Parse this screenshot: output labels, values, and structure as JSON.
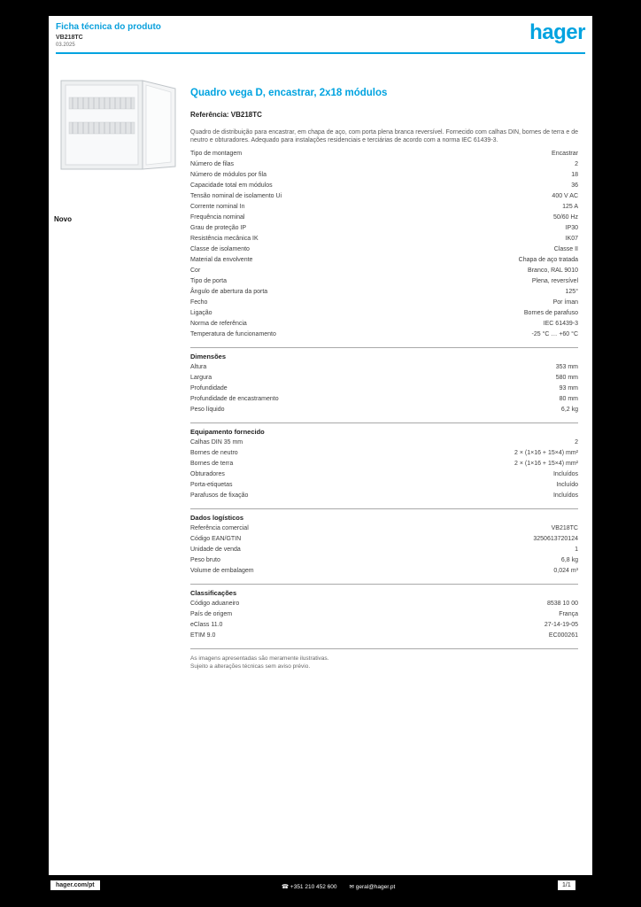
{
  "header": {
    "doc_title": "Ficha técnica do produto",
    "doc_ref": "VB218TC",
    "doc_date": "03.2025",
    "logo_text": "hager"
  },
  "brand": {
    "accent_color": "#00a3e0"
  },
  "product": {
    "new_badge": "Novo",
    "title": "Quadro vega D, encastrar, 2x18 módulos",
    "subtitle": "Referência: VB218TC",
    "description": "Quadro de distribuição para encastrar, em chapa de aço, com porta plena branca reversível. Fornecido com calhas DIN, bornes de terra e de neutro e obturadores. Adequado para instalações residenciais e terciárias de acordo com a norma IEC 61439-3."
  },
  "sections": [
    {
      "heading": null,
      "rows": [
        {
          "label": "Tipo de montagem",
          "value": "Encastrar"
        },
        {
          "label": "Número de filas",
          "value": "2"
        },
        {
          "label": "Número de módulos por fila",
          "value": "18"
        },
        {
          "label": "Capacidade total em módulos",
          "value": "36"
        },
        {
          "label": "Tensão nominal de isolamento Ui",
          "value": "400 V AC"
        },
        {
          "label": "Corrente nominal In",
          "value": "125 A"
        },
        {
          "label": "Frequência nominal",
          "value": "50/60 Hz"
        },
        {
          "label": "Grau de proteção IP",
          "value": "IP30"
        },
        {
          "label": "Resistência mecânica IK",
          "value": "IK07"
        },
        {
          "label": "Classe de isolamento",
          "value": "Classe II"
        },
        {
          "label": "Material da envolvente",
          "value": "Chapa de aço tratada"
        },
        {
          "label": "Cor",
          "value": "Branco, RAL 9010"
        },
        {
          "label": "Tipo de porta",
          "value": "Plena, reversível"
        },
        {
          "label": "Ângulo de abertura da porta",
          "value": "125°"
        },
        {
          "label": "Fecho",
          "value": "Por íman"
        },
        {
          "label": "Ligação",
          "value": "Bornes de parafuso"
        },
        {
          "label": "Norma de referência",
          "value": "IEC 61439-3"
        },
        {
          "label": "Temperatura de funcionamento",
          "value": "-25 °C … +60 °C"
        }
      ]
    },
    {
      "heading": "Dimensões",
      "rows": [
        {
          "label": "Altura",
          "value": "353 mm"
        },
        {
          "label": "Largura",
          "value": "580 mm"
        },
        {
          "label": "Profundidade",
          "value": "93 mm"
        },
        {
          "label": "Profundidade de encastramento",
          "value": "80 mm"
        },
        {
          "label": "Peso líquido",
          "value": "6,2 kg"
        }
      ]
    },
    {
      "heading": "Equipamento fornecido",
      "rows": [
        {
          "label": "Calhas DIN 35 mm",
          "value": "2"
        },
        {
          "label": "Bornes de neutro",
          "value": "2 × (1×16 + 15×4) mm²"
        },
        {
          "label": "Bornes de terra",
          "value": "2 × (1×16 + 15×4) mm²"
        },
        {
          "label": "Obturadores",
          "value": "Incluídos"
        },
        {
          "label": "Porta-etiquetas",
          "value": "Incluído"
        },
        {
          "label": "Parafusos de fixação",
          "value": "Incluídos"
        }
      ]
    },
    {
      "heading": "Dados logísticos",
      "rows": [
        {
          "label": "Referência comercial",
          "value": "VB218TC"
        },
        {
          "label": "Código EAN/GTIN",
          "value": "3250613720124"
        },
        {
          "label": "Unidade de venda",
          "value": "1"
        },
        {
          "label": "Peso bruto",
          "value": "6,8 kg"
        },
        {
          "label": "Volume de embalagem",
          "value": "0,024 m³"
        }
      ]
    },
    {
      "heading": "Classificações",
      "rows": [
        {
          "label": "Código aduaneiro",
          "value": "8538 10 00"
        },
        {
          "label": "País de origem",
          "value": "França"
        },
        {
          "label": "eClass 11.0",
          "value": "27-14-19-05"
        },
        {
          "label": "ETIM 9.0",
          "value": "EC000261"
        }
      ]
    }
  ],
  "notes": [
    "As imagens apresentadas são meramente ilustrativas.",
    "Sujeito a alterações técnicas sem aviso prévio."
  ],
  "footer": {
    "site": "hager.com/pt",
    "phone": "☎ +351 210 452 600",
    "email": "✉ geral@hager.pt",
    "page": "1/1"
  }
}
